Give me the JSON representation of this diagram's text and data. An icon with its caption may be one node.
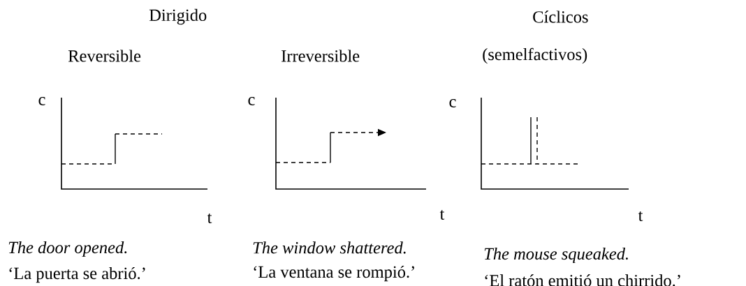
{
  "diagram": {
    "labels": [
      "Dirigido",
      "Cíclicos",
      "Reversible",
      "Irreversible",
      "(semelfactivos)",
      "c",
      "c",
      "c",
      "t",
      "t",
      "t",
      "The door opened.",
      "The window shattered.",
      "The mouse squeaked.",
      "‘La puerta se abrió.’",
      "‘La ventana se rompió.’",
      "‘El ratón emitió un chirrido.’"
    ]
  }
}
